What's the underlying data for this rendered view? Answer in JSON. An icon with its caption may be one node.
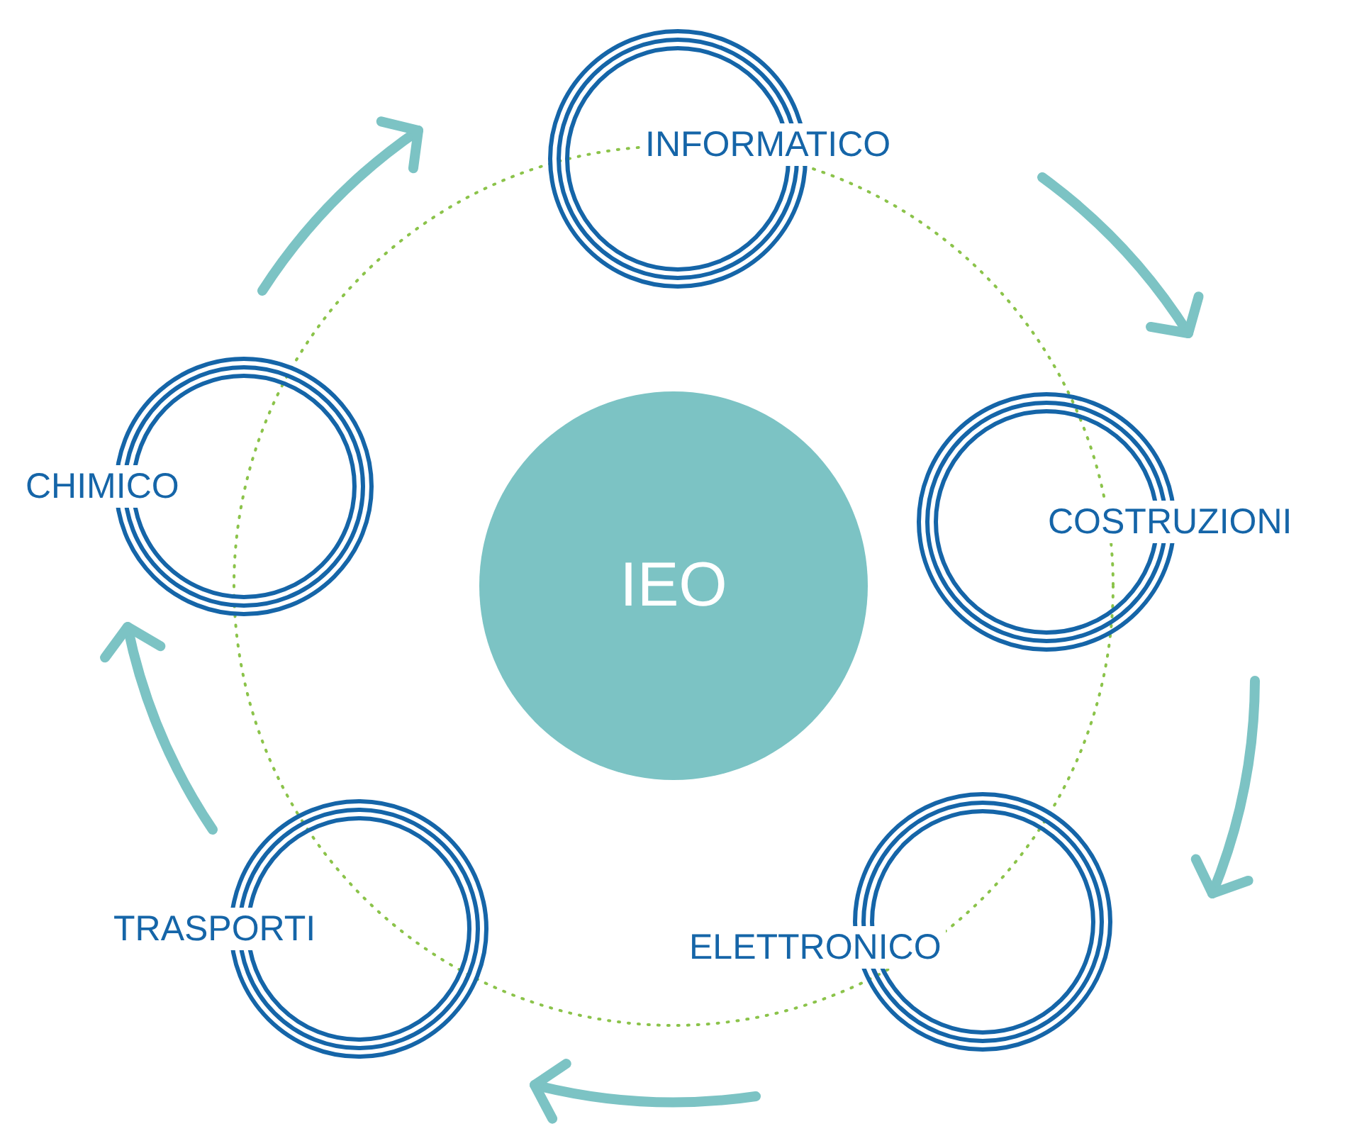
{
  "diagram": {
    "nodes": [
      {
        "text": [
          "IEO"
        ]
      },
      {
        "text": [
          "INFORMATICO"
        ]
      },
      {
        "text": [
          "COSTRUZIONI"
        ]
      },
      {
        "text": [
          "ELETTRONICO"
        ]
      },
      {
        "text": [
          "TRASPORTI"
        ]
      },
      {
        "text": [
          "CHIMICO"
        ]
      }
    ]
  }
}
